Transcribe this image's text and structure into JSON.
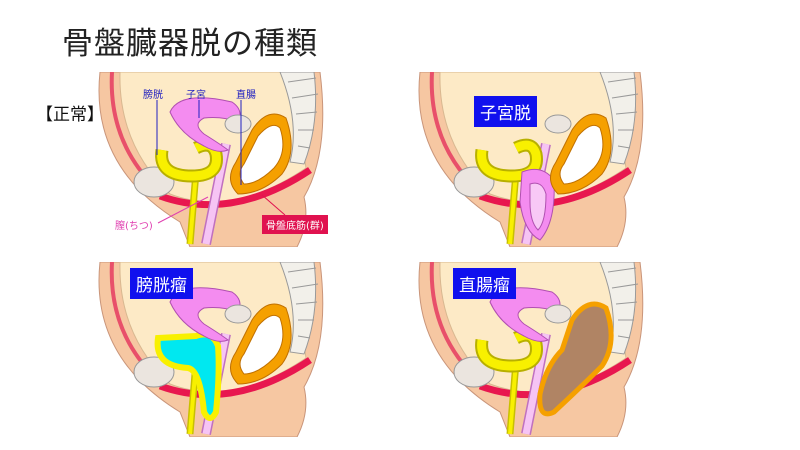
{
  "title": "骨盤臓器脱の種類",
  "panels": {
    "normal": {
      "label": "【正常】"
    },
    "uterine_prolapse": {
      "label": "子宮脱"
    },
    "cystocele": {
      "label": "膀胱瘤"
    },
    "rectocele": {
      "label": "直腸瘤"
    }
  },
  "anatomy_labels": {
    "bladder": "膀胱",
    "uterus": "子宮",
    "rectum": "直腸",
    "vagina": "膣(ちつ)",
    "pelvic_floor": "骨盤底筋(群)"
  },
  "colors": {
    "badge": "#1010ee",
    "pelvic_floor": "#e0124f",
    "bladder": "#f8f000",
    "uterus": "#f48cf0",
    "rectum": "#f5a000",
    "cystocele_fill": "#00e8f0",
    "rectocele_fill": "#b08464"
  }
}
